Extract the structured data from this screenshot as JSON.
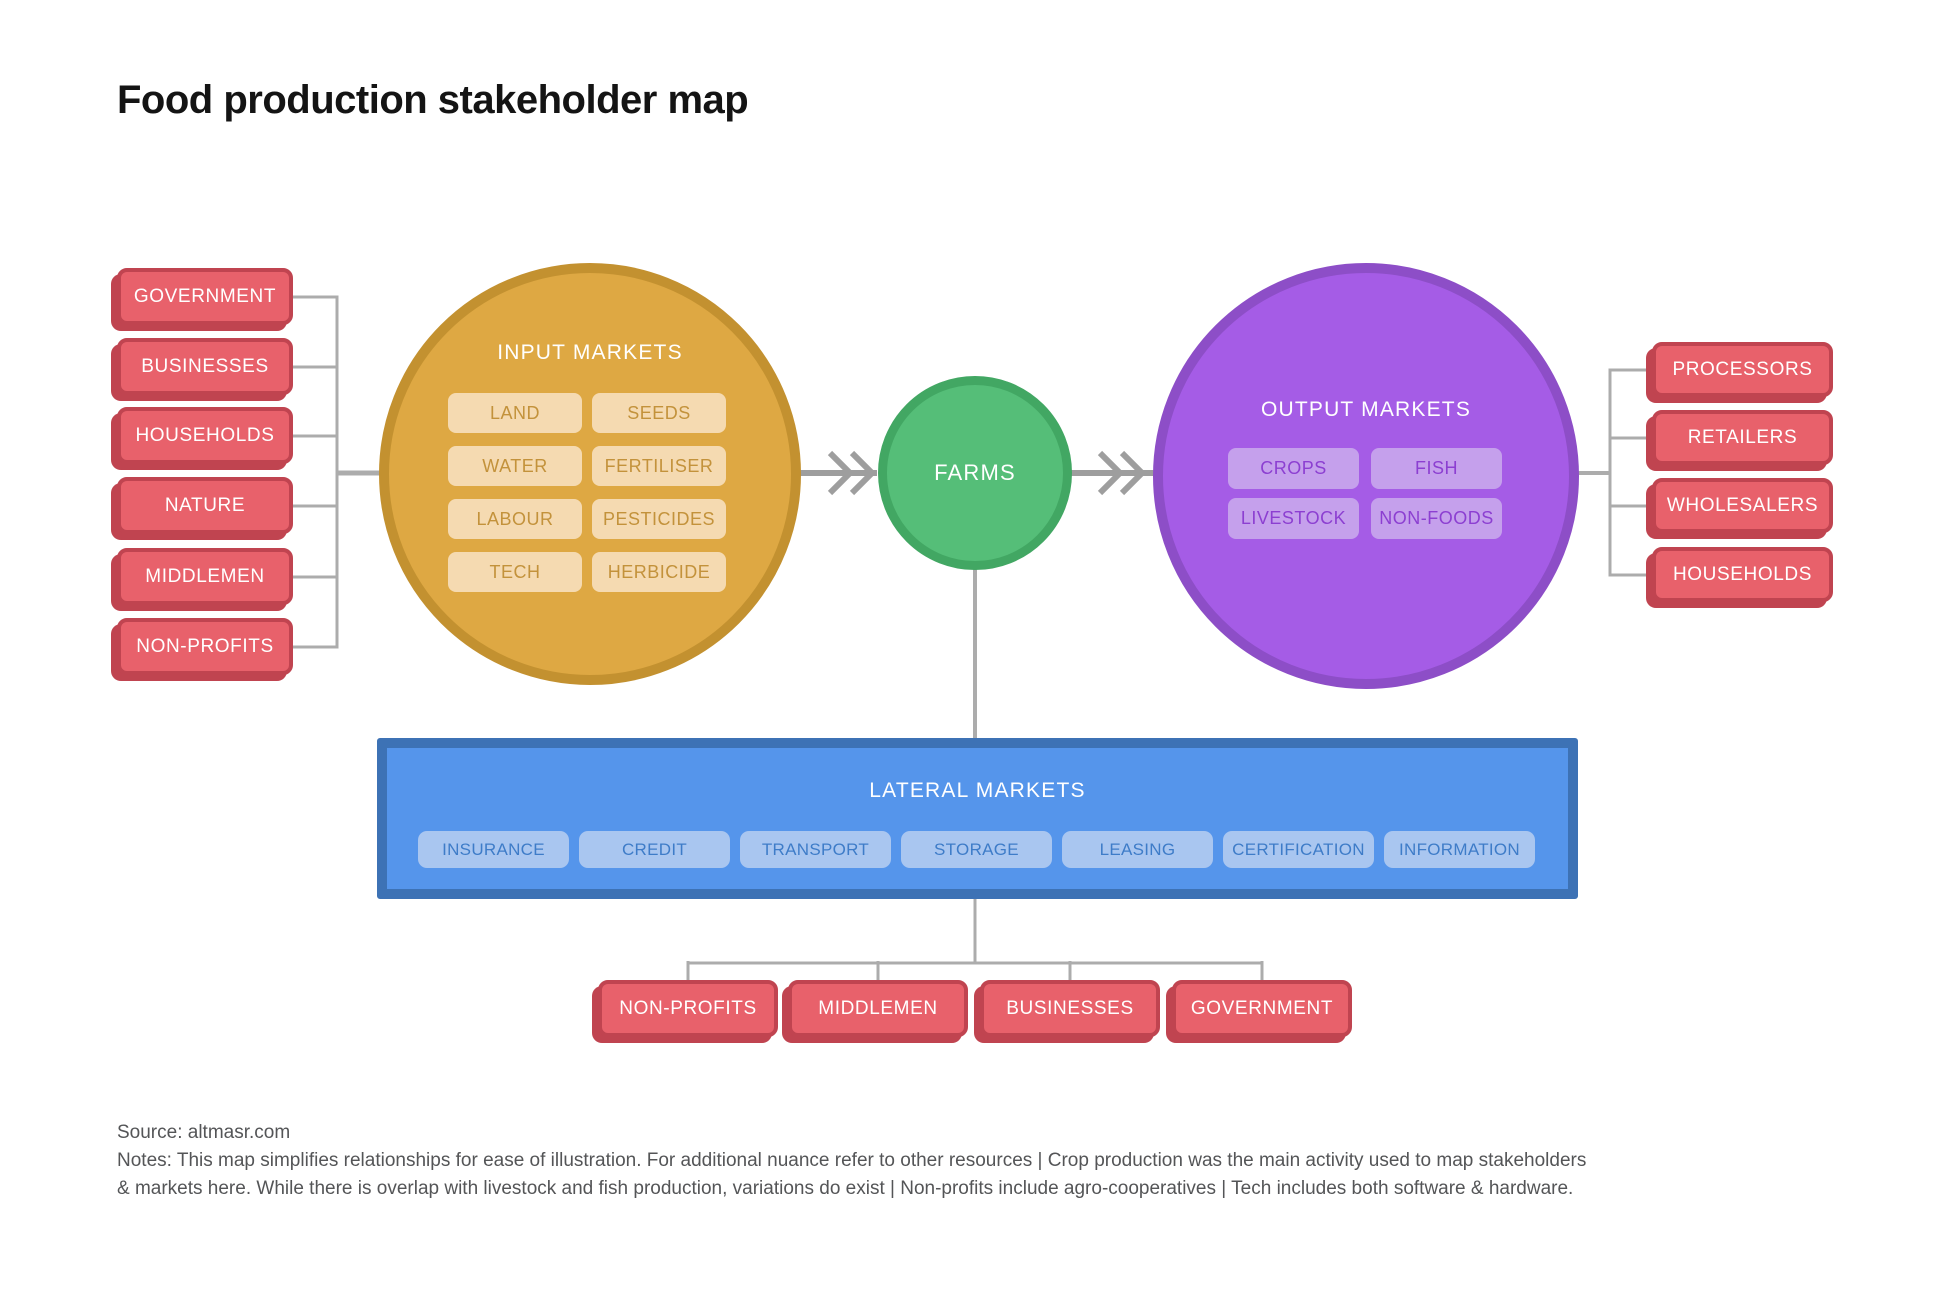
{
  "title": "Food production stakeholder map",
  "colors": {
    "stakeholder_red": "#E8616B",
    "stakeholder_red_dark": "#C04450",
    "input_gold": "#DEA843",
    "input_gold_dark": "#C39130",
    "input_item_bg": "#F5DAB1",
    "farms_green": "#55BE78",
    "farms_green_dark": "#42A763",
    "output_purple": "#A55CE6",
    "output_purple_dark": "#8D4EC7",
    "output_item_bg": "#C5A0EC",
    "lateral_blue": "#5595EB",
    "lateral_blue_dark": "#3D72B5",
    "lateral_item_bg": "#A9C6F0",
    "connector_gray": "#ACACAC",
    "arrow_gray": "#9E9E9E"
  },
  "left_stakeholders": {
    "items": [
      "GOVERNMENT",
      "BUSINESSES",
      "HOUSEHOLDS",
      "NATURE",
      "MIDDLEMEN",
      "NON-PROFITS"
    ]
  },
  "input_markets": {
    "title": "INPUT MARKETS",
    "items": [
      "LAND",
      "SEEDS",
      "WATER",
      "FERTILISER",
      "LABOUR",
      "PESTICIDES",
      "TECH",
      "HERBICIDE"
    ]
  },
  "farms": {
    "label": "FARMS"
  },
  "output_markets": {
    "title": "OUTPUT MARKETS",
    "items": [
      "CROPS",
      "FISH",
      "LIVESTOCK",
      "NON-FOODS"
    ]
  },
  "right_stakeholders": {
    "items": [
      "PROCESSORS",
      "RETAILERS",
      "WHOLESALERS",
      "HOUSEHOLDS"
    ]
  },
  "lateral_markets": {
    "title": "LATERAL MARKETS",
    "items": [
      "INSURANCE",
      "CREDIT",
      "TRANSPORT",
      "STORAGE",
      "LEASING",
      "CERTIFICATION",
      "INFORMATION"
    ]
  },
  "bottom_stakeholders": {
    "items": [
      "NON-PROFITS",
      "MIDDLEMEN",
      "BUSINESSES",
      "GOVERNMENT"
    ]
  },
  "footer": {
    "source": "Source: altmasr.com",
    "notes_line1": "Notes: This map simplifies relationships for ease of illustration. For additional nuance refer to other resources | Crop production was the main activity used to map stakeholders",
    "notes_line2": "& markets here. While there is overlap with livestock and fish production, variations do exist | Non-profits include agro-cooperatives | Tech includes both software & hardware."
  }
}
